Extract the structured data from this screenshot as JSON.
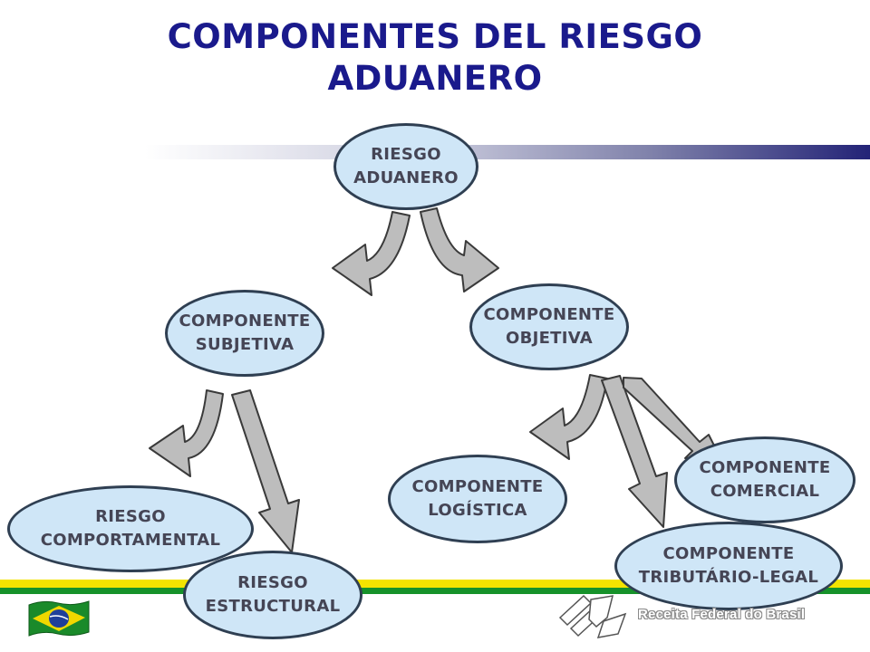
{
  "title": {
    "line1": "COMPONENTES DEL RIESGO",
    "line2": "ADUANERO"
  },
  "nodes": {
    "root": "RIESGO\nADUANERO",
    "subjetiva": "COMPONENTE\nSUBJETIVA",
    "objetiva": "COMPONENTE\nOBJETIVA",
    "comportamental": "RIESGO\nCOMPORTAMENTAL",
    "estructural": "RIESGO\nESTRUCTURAL",
    "logistica": "COMPONENTE\nLOGÍSTICA",
    "comercial": "COMPONENTE\nCOMERCIAL",
    "tributario": "COMPONENTE\nTRIBUTÁRIO-LEGAL"
  },
  "edges": [
    {
      "from": "RIESGO ADUANERO",
      "to": "COMPONENTE SUBJETIVA"
    },
    {
      "from": "RIESGO ADUANERO",
      "to": "COMPONENTE OBJETIVA"
    },
    {
      "from": "COMPONENTE SUBJETIVA",
      "to": "RIESGO COMPORTAMENTAL"
    },
    {
      "from": "COMPONENTE SUBJETIVA",
      "to": "RIESGO ESTRUCTURAL"
    },
    {
      "from": "COMPONENTE OBJETIVA",
      "to": "COMPONENTE LOGÍSTICA"
    },
    {
      "from": "COMPONENTE OBJETIVA",
      "to": "COMPONENTE TRIBUTÁRIO-LEGAL"
    },
    {
      "from": "COMPONENTE OBJETIVA",
      "to": "COMPONENTE COMERCIAL"
    }
  ],
  "footer": {
    "org_name": "Receita Federal do Brasil"
  },
  "colors": {
    "title": "#1a1a8c",
    "node_fill": "#cfe6f7",
    "node_border": "#2f3f52",
    "node_text": "#454555",
    "arrow_fill": "#bdbdbd",
    "stripe_yellow": "#f4e400",
    "stripe_green": "#16922a"
  },
  "icons": [
    "brazil-flag-icon",
    "receita-federal-logo-icon"
  ]
}
